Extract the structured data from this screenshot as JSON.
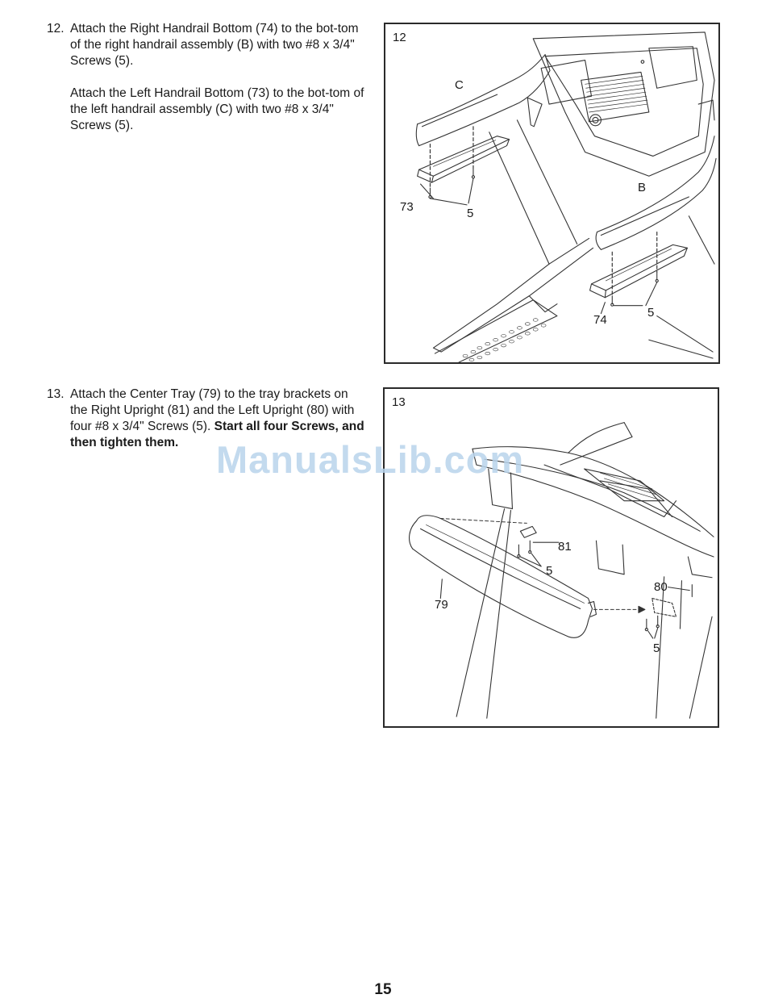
{
  "steps": [
    {
      "number": "12.",
      "para1": "Attach the Right Handrail Bottom (74) to the bot-tom of the right handrail assembly (B) with two #8 x 3/4\" Screws (5).",
      "para2": "Attach the Left Handrail Bottom (73) to the bot-tom of the left handrail assembly (C) with two #8 x 3/4\" Screws (5)."
    },
    {
      "number": "13.",
      "text": "Attach the Center Tray (79) to the tray brackets on the Right Upright (81) and the Left Upright (80) with four #8 x 3/4\" Screws (5).",
      "bold_text": "Start all four Screws, and then tighten them."
    }
  ],
  "figures": [
    {
      "number": "12",
      "callouts": {
        "c": "C",
        "b": "B",
        "n73": "73",
        "n5a": "5",
        "n74": "74",
        "n5b": "5"
      }
    },
    {
      "number": "13",
      "callouts": {
        "n81": "81",
        "n5a": "5",
        "n80": "80",
        "n79": "79",
        "n5b": "5"
      }
    }
  ],
  "watermark": "ManualsLib.com",
  "page_number": "15"
}
